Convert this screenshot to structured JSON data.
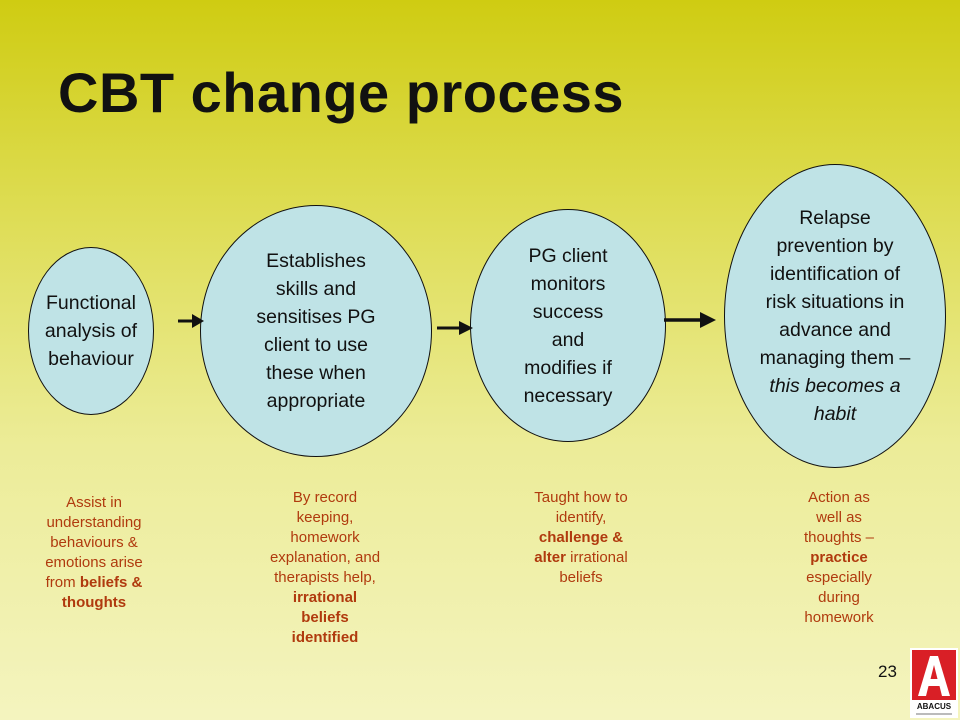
{
  "slide": {
    "title": "CBT change process",
    "page_number": "23",
    "logo_text": "ABACUS"
  },
  "steps": [
    {
      "lines": [
        "Functional",
        "analysis of",
        "behaviour"
      ]
    },
    {
      "lines": [
        "Establishes",
        "skills and",
        "sensitises PG",
        "client to use",
        "these when",
        "appropriate"
      ]
    },
    {
      "lines": [
        "PG client",
        "monitors",
        "success",
        "and",
        "modifies if",
        "necessary"
      ]
    },
    {
      "lines": [
        "Relapse",
        "prevention by",
        "identification of",
        "risk situations in",
        "advance and",
        "managing them –"
      ],
      "italic_lines": [
        "this becomes a",
        "habit"
      ]
    }
  ],
  "notes": [
    {
      "lines": [
        "Assist in",
        "understanding",
        "behaviours &",
        "emotions arise"
      ],
      "line5_plain": "from ",
      "line5_bold": "beliefs &",
      "line6_bold": "thoughts"
    },
    {
      "lines": [
        "By record",
        "keeping,",
        "homework",
        "explanation, and",
        "therapists help,"
      ],
      "bold_lines": [
        "irrational",
        "beliefs",
        "identified"
      ]
    },
    {
      "lines": [
        "Taught how to",
        "identify,"
      ],
      "bold_line": "challenge &",
      "line4_bold": "alter",
      "line4_plain": " irrational",
      "line5_plain": "beliefs"
    },
    {
      "lines": [
        "Action as",
        "well as",
        "thoughts –"
      ],
      "bold_line": "practice",
      "tail_lines": [
        "especially",
        "during",
        "homework"
      ]
    }
  ],
  "colors": {
    "oval_fill": "#bfe3e6",
    "note_text": "#b03a0e",
    "logo_red": "#d91f26"
  }
}
